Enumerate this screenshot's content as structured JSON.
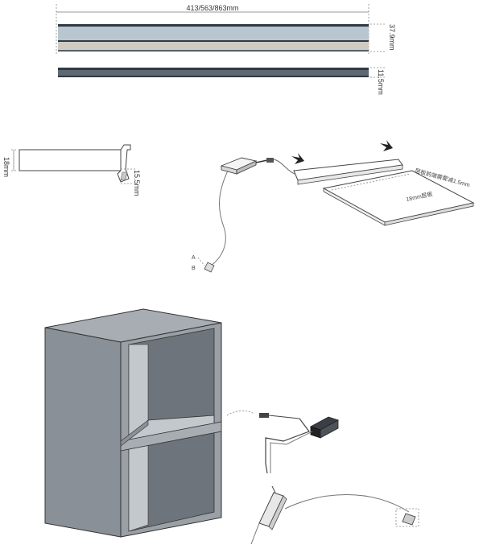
{
  "dimensions": {
    "length": "413/563/863mm",
    "profile_height": "37.9mm",
    "strip_thickness": "11.5mm",
    "shelf_thickness": "18mm",
    "profile_depth": "15.5mm"
  },
  "annotations": {
    "shelf_note": "层板前端需要减1.5mm",
    "shelf_label": "18mm层板"
  },
  "colors": {
    "profile_light": "#b9c6cf",
    "profile_dark": "#2f3a45",
    "diffuser": "#cfcbc2",
    "cabinet_front": "#8a9097",
    "cabinet_side": "#6e747b",
    "cabinet_top": "#a7adb3",
    "cabinet_inner": "#c3c8cd"
  }
}
